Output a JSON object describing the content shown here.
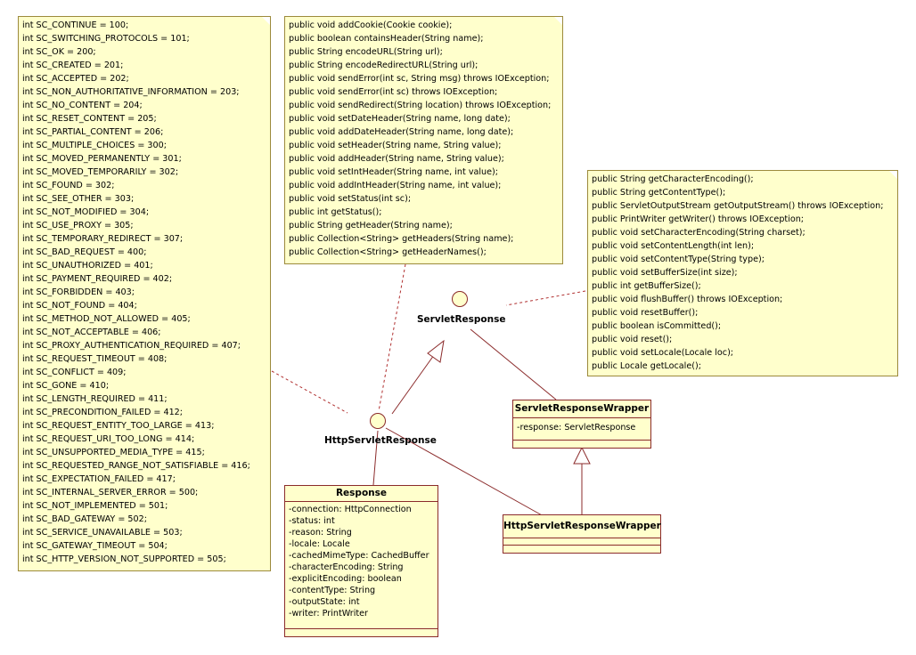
{
  "constants_note": {
    "lines": [
      "int SC_CONTINUE = 100;",
      "int SC_SWITCHING_PROTOCOLS = 101;",
      "int SC_OK = 200;",
      "int SC_CREATED = 201;",
      "int SC_ACCEPTED = 202;",
      "int SC_NON_AUTHORITATIVE_INFORMATION = 203;",
      "int SC_NO_CONTENT = 204;",
      "int SC_RESET_CONTENT = 205;",
      "int SC_PARTIAL_CONTENT = 206;",
      "int SC_MULTIPLE_CHOICES = 300;",
      "int SC_MOVED_PERMANENTLY = 301;",
      "int SC_MOVED_TEMPORARILY = 302;",
      "int SC_FOUND = 302;",
      "int SC_SEE_OTHER = 303;",
      "int SC_NOT_MODIFIED = 304;",
      "int SC_USE_PROXY = 305;",
      "int SC_TEMPORARY_REDIRECT = 307;",
      "int SC_BAD_REQUEST = 400;",
      "int SC_UNAUTHORIZED = 401;",
      "int SC_PAYMENT_REQUIRED = 402;",
      "int SC_FORBIDDEN = 403;",
      "int SC_NOT_FOUND = 404;",
      "int SC_METHOD_NOT_ALLOWED = 405;",
      "int SC_NOT_ACCEPTABLE = 406;",
      "int SC_PROXY_AUTHENTICATION_REQUIRED = 407;",
      "int SC_REQUEST_TIMEOUT = 408;",
      "int SC_CONFLICT = 409;",
      "int SC_GONE = 410;",
      "int SC_LENGTH_REQUIRED = 411;",
      "int SC_PRECONDITION_FAILED = 412;",
      "int SC_REQUEST_ENTITY_TOO_LARGE = 413;",
      "int SC_REQUEST_URI_TOO_LONG = 414;",
      "int SC_UNSUPPORTED_MEDIA_TYPE = 415;",
      "int SC_REQUESTED_RANGE_NOT_SATISFIABLE = 416;",
      "int SC_EXPECTATION_FAILED = 417;",
      "int SC_INTERNAL_SERVER_ERROR = 500;",
      "int SC_NOT_IMPLEMENTED = 501;",
      "int SC_BAD_GATEWAY = 502;",
      "int SC_SERVICE_UNAVAILABLE = 503;",
      "int SC_GATEWAY_TIMEOUT = 504;",
      "int SC_HTTP_VERSION_NOT_SUPPORTED = 505;"
    ]
  },
  "http_methods_note": {
    "lines": [
      "public void addCookie(Cookie cookie);",
      "public boolean containsHeader(String name);",
      "public String encodeURL(String url);",
      "public String encodeRedirectURL(String url);",
      "public void sendError(int sc, String msg) throws IOException;",
      "public void sendError(int sc) throws IOException;",
      "public void sendRedirect(String location) throws IOException;",
      "public void setDateHeader(String name, long date);",
      "public void addDateHeader(String name, long date);",
      "public void setHeader(String name, String value);",
      "public void addHeader(String name, String value);",
      "public void setIntHeader(String name, int value);",
      "public void addIntHeader(String name, int value);",
      "public void setStatus(int sc);",
      "public int getStatus();",
      "public String getHeader(String name);",
      "public Collection<String> getHeaders(String name);",
      "public Collection<String> getHeaderNames();"
    ]
  },
  "servlet_methods_note": {
    "lines": [
      "public String getCharacterEncoding();",
      "public String getContentType();",
      "public ServletOutputStream getOutputStream() throws IOException;",
      "public PrintWriter getWriter() throws IOException;",
      "public void setCharacterEncoding(String charset);",
      "public void setContentLength(int len);",
      "public void setContentType(String type);",
      "public void setBufferSize(int size);",
      "public int getBufferSize();",
      "public void flushBuffer() throws IOException;",
      "public void resetBuffer();",
      "public boolean isCommitted();",
      "public void reset();",
      "public void setLocale(Locale loc);",
      "public Locale getLocale();"
    ]
  },
  "interfaces": {
    "servlet_response": "ServletResponse",
    "http_servlet_response": "HttpServletResponse"
  },
  "classes": {
    "response": {
      "name": "Response",
      "attributes": [
        "-connection: HttpConnection",
        "-status: int",
        "-reason: String",
        "-locale: Locale",
        "-cachedMimeType: CachedBuffer",
        "-characterEncoding: String",
        "-explicitEncoding: boolean",
        "-contentType: String",
        "-outputState: int",
        "-writer: PrintWriter"
      ]
    },
    "servlet_response_wrapper": {
      "name": "ServletResponseWrapper",
      "attributes": [
        "-response: ServletResponse"
      ]
    },
    "http_servlet_response_wrapper": {
      "name": "HttpServletResponseWrapper",
      "attributes": []
    }
  },
  "colors": {
    "note_fill": "#ffffcc",
    "class_border": "#8b2b2b",
    "link": "#8b2b2b"
  }
}
